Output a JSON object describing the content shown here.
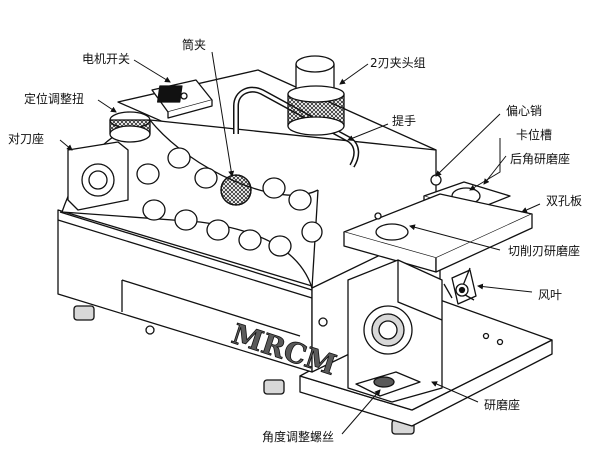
{
  "colors": {
    "ink": "#111111",
    "paper": "#ffffff",
    "shade": "#d8d8d8",
    "dark": "#5a5a5a"
  },
  "brand": "MRCM",
  "labels": {
    "motor_switch": "电机开关",
    "collet": "筒夹",
    "two_flute_chuck": "2刃夹头组",
    "position_knob": "定位调整扭",
    "tool_seat": "对刀座",
    "handle": "提手",
    "eccentric_pin": "偏心销",
    "detent_slot": "卡位槽",
    "clearance_grind_seat": "后角研磨座",
    "double_hole_plate": "双孔板",
    "cutting_edge_grind_seat": "切削刃研磨座",
    "fan_blade": "风叶",
    "grind_seat": "研磨座",
    "angle_screw": "角度调整螺丝"
  }
}
